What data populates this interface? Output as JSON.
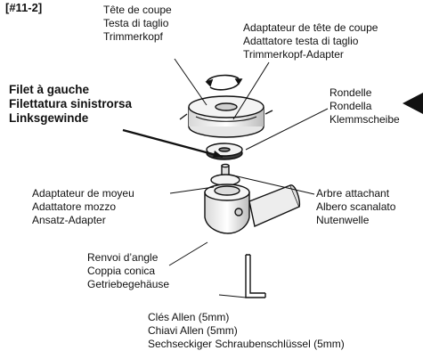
{
  "figure_id": "[#11-2]",
  "labels": {
    "cutting_head": [
      "Tête de coupe",
      "Testa di taglio",
      "Trimmerkopf"
    ],
    "head_adapter": [
      "Adaptateur de tête de coupe",
      "Adattatore testa di taglio",
      "Trimmerkopf-Adapter"
    ],
    "left_thread": [
      "Filet à gauche",
      "Filettatura sinistrorsa",
      "Linksgewinde"
    ],
    "washer": [
      "Rondelle",
      "Rondella",
      "Klemmscheibe"
    ],
    "hub_adapter": [
      "Adaptateur de moyeu",
      "Adattatore mozzo",
      "Ansatz-Adapter"
    ],
    "spline_shaft": [
      "Arbre attachant",
      "Albero scanalato",
      "Nutenwelle"
    ],
    "gearbox": [
      "Renvoi d’angle",
      "Coppia conica",
      "Getriebegehäuse"
    ],
    "allen_key": [
      "Clés Allen (5mm)",
      "Chiavi Allen (5mm)",
      "Sechseckiger Schraubenschlüssel (5mm)"
    ]
  },
  "colors": {
    "line": "#111111",
    "background": "#ffffff",
    "part_fill": "#f2f2f2",
    "shade": "#c8c8c8"
  },
  "icons": {
    "rotation_arrow": "curved-arrow-icon",
    "pointer_arrow": "arrow-left-icon"
  }
}
